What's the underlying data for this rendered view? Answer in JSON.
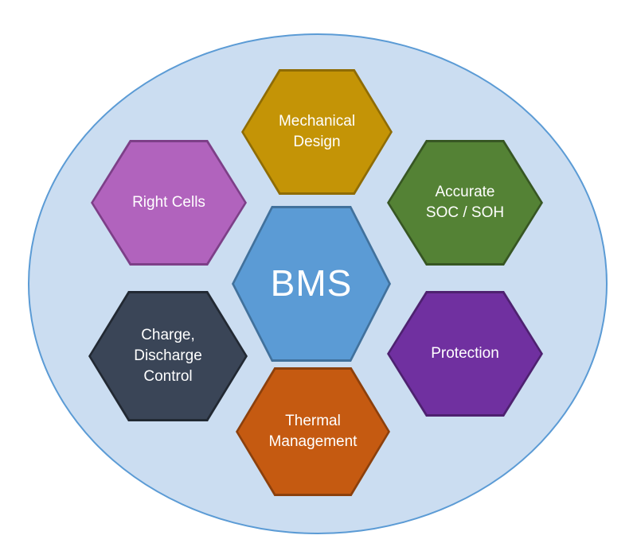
{
  "diagram": {
    "type": "hexagon-cluster",
    "center_label": "BMS",
    "ellipse": {
      "fill": "#CBDDF1",
      "stroke": "#5B9BD5"
    },
    "hexagons": [
      {
        "id": "bms",
        "label": "BMS",
        "fill": "#5B9BD5",
        "stroke": "#41719C",
        "text_color": "#FFFFFF"
      },
      {
        "id": "mechanical-design",
        "label": "Mechanical\nDesign",
        "fill": "#C49406",
        "stroke": "#8F6C04",
        "text_color": "#FFFFFF"
      },
      {
        "id": "right-cells",
        "label": "Right Cells",
        "fill": "#B163BD",
        "stroke": "#7D3F88",
        "text_color": "#FFFFFF"
      },
      {
        "id": "accurate-soc-soh",
        "label": "Accurate\nSOC / SOH",
        "fill": "#548235",
        "stroke": "#375623",
        "text_color": "#FFFFFF"
      },
      {
        "id": "charge-discharge-control",
        "label": "Charge,\nDischarge\nControl",
        "fill": "#3A4557",
        "stroke": "#222933",
        "text_color": "#FFFFFF"
      },
      {
        "id": "protection",
        "label": "Protection",
        "fill": "#7030A0",
        "stroke": "#4E2170",
        "text_color": "#FFFFFF"
      },
      {
        "id": "thermal-management",
        "label": "Thermal\nManagement",
        "fill": "#C55A11",
        "stroke": "#8C400C",
        "text_color": "#FFFFFF"
      }
    ]
  }
}
